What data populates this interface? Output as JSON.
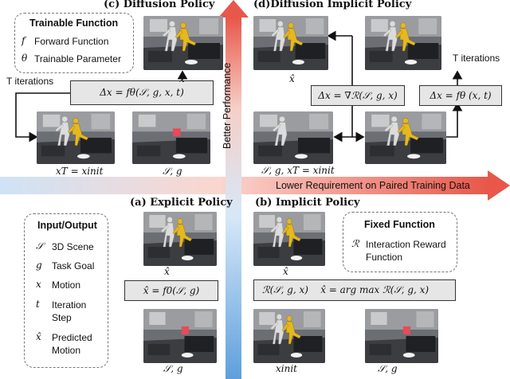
{
  "axes": {
    "vertical_label": "Better Performance",
    "horizontal_label": "Lower Requirement on Paired Training Data"
  },
  "panels": {
    "c": {
      "title": "(c) Diffusion Policy",
      "output_label": "x̂",
      "iterations": "T iterations",
      "equation": "Δx = fθ(𝒮, g, x, t)",
      "init_label": "xT = xinit",
      "cond_label": "𝒮, g"
    },
    "d": {
      "title": "(d)Diffusion Implicit Policy",
      "output_label": "x̂",
      "iterations": "T iterations",
      "equation_left": "Δx = ∇ℛ(𝒮, g, x)",
      "equation_right": "Δx = fθ (x, t)",
      "init_label": "𝒮, g, xT = xinit"
    },
    "a": {
      "title": "(a) Explicit Policy",
      "output_label": "x̂",
      "equation": "x̂ = f0(𝒮, g)",
      "cond_label": "𝒮, g"
    },
    "b": {
      "title": "(b) Implicit Policy",
      "output_label": "x̂",
      "equation": "ℛ(𝒮, g, x)    x̂ = arg max ℛ(𝒮, g, x)",
      "argmax_sub": "x",
      "init_label": "xinit",
      "cond_label": "𝒮, g"
    }
  },
  "legends": {
    "trainable": {
      "title": "Trainable Function",
      "items": [
        {
          "symbol": "f",
          "text": "Forward Function"
        },
        {
          "symbol": "θ",
          "text": "Trainable Parameter"
        }
      ]
    },
    "io": {
      "title": "Input/Output",
      "items": [
        {
          "symbol": "𝒮",
          "text": "3D Scene"
        },
        {
          "symbol": "g",
          "text": "Task Goal"
        },
        {
          "symbol": "x",
          "text": "Motion"
        },
        {
          "symbol": "t",
          "text": "Iteration Step"
        },
        {
          "symbol": "x̂",
          "text": "Predicted Motion"
        }
      ]
    },
    "fixed": {
      "title": "Fixed Function",
      "items": [
        {
          "symbol": "ℛ",
          "text": "Interaction Reward Function"
        }
      ]
    }
  },
  "colors": {
    "axis_fill": "#e8574a",
    "axis_light": "#fbd6cf",
    "vaxis_fill": "#5e9fdc",
    "vaxis_light": "#d6e8f8",
    "eq_bg": "#e6e6e6",
    "human_white": "#dcdcdc",
    "human_yellow": "#e6b820"
  }
}
